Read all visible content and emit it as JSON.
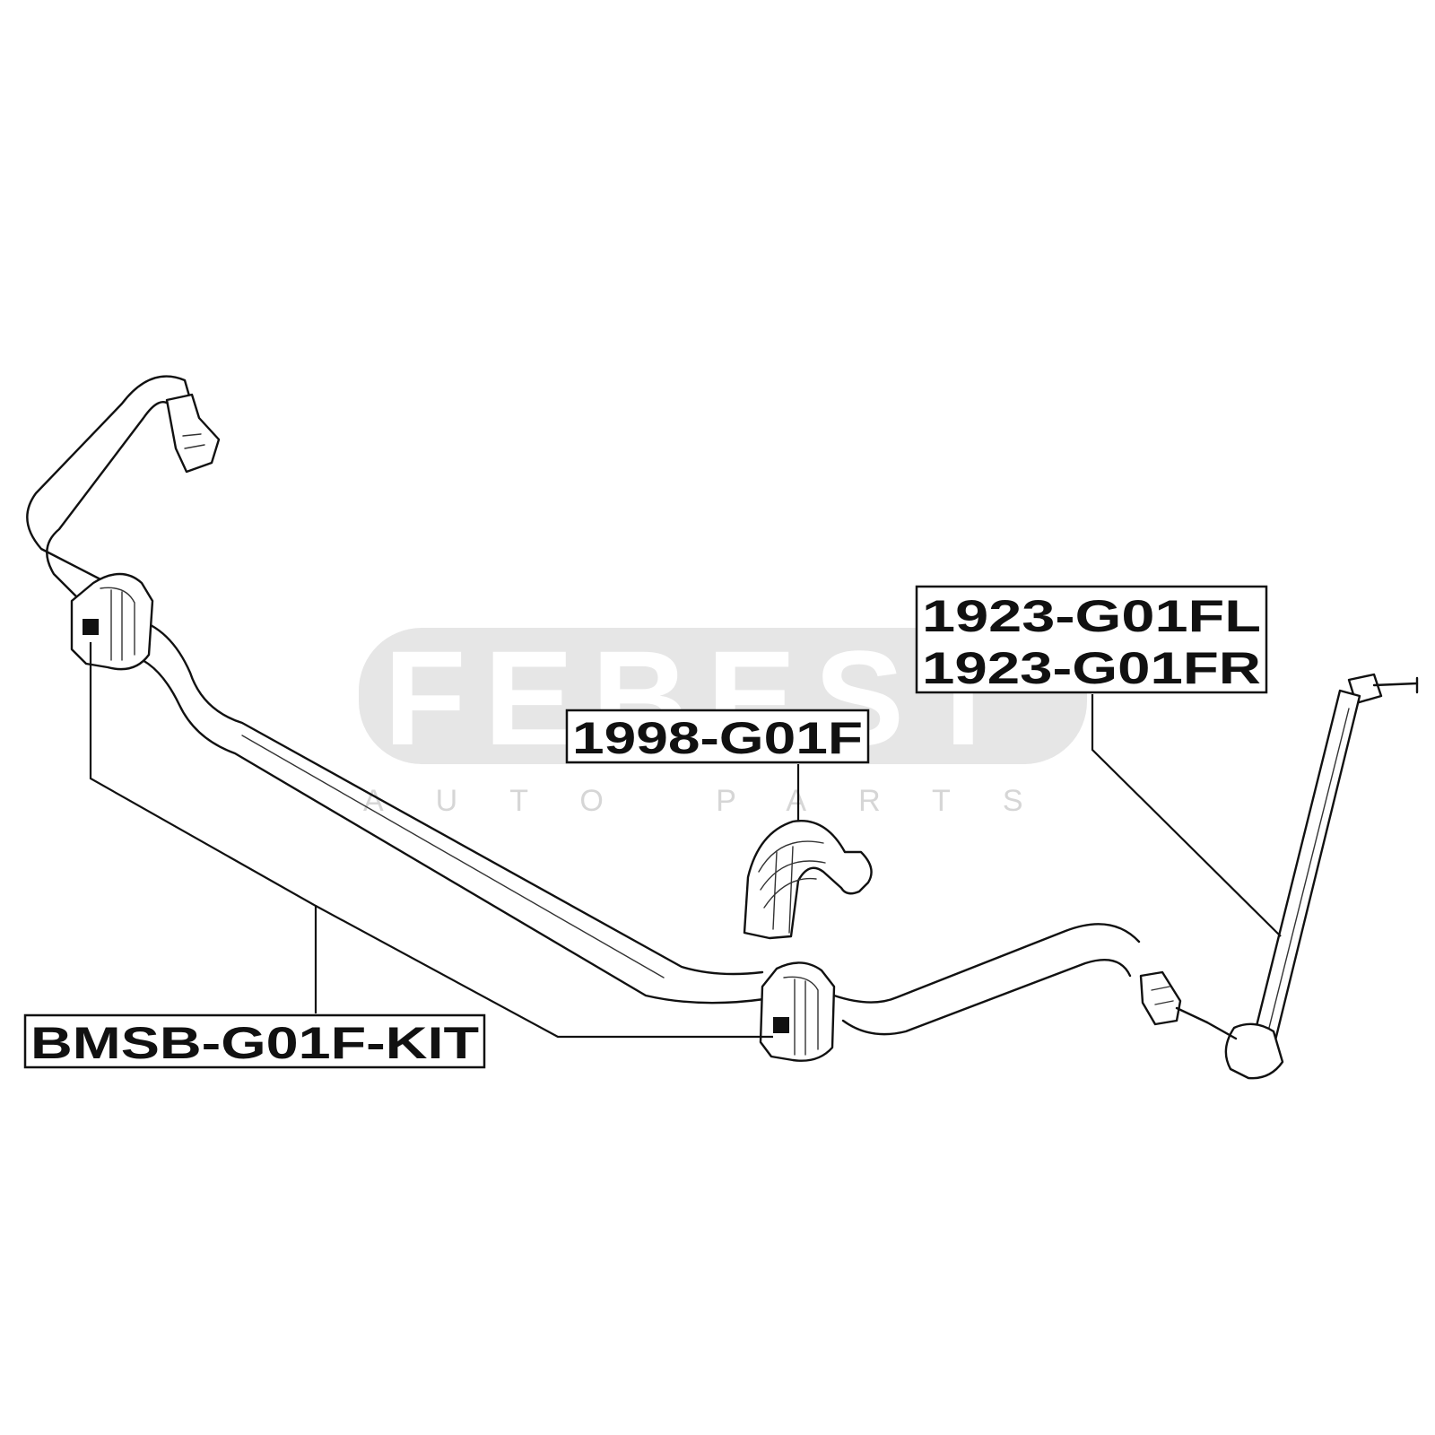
{
  "watermark": {
    "brand": "FEBEST",
    "tagline": "AUTO PARTS"
  },
  "callouts": {
    "kit_label": "BMSB-G01F-KIT",
    "bushing_label": "1998-G01F",
    "link_label_left": "1923-G01FL",
    "link_label_right": "1923-G01FR"
  }
}
